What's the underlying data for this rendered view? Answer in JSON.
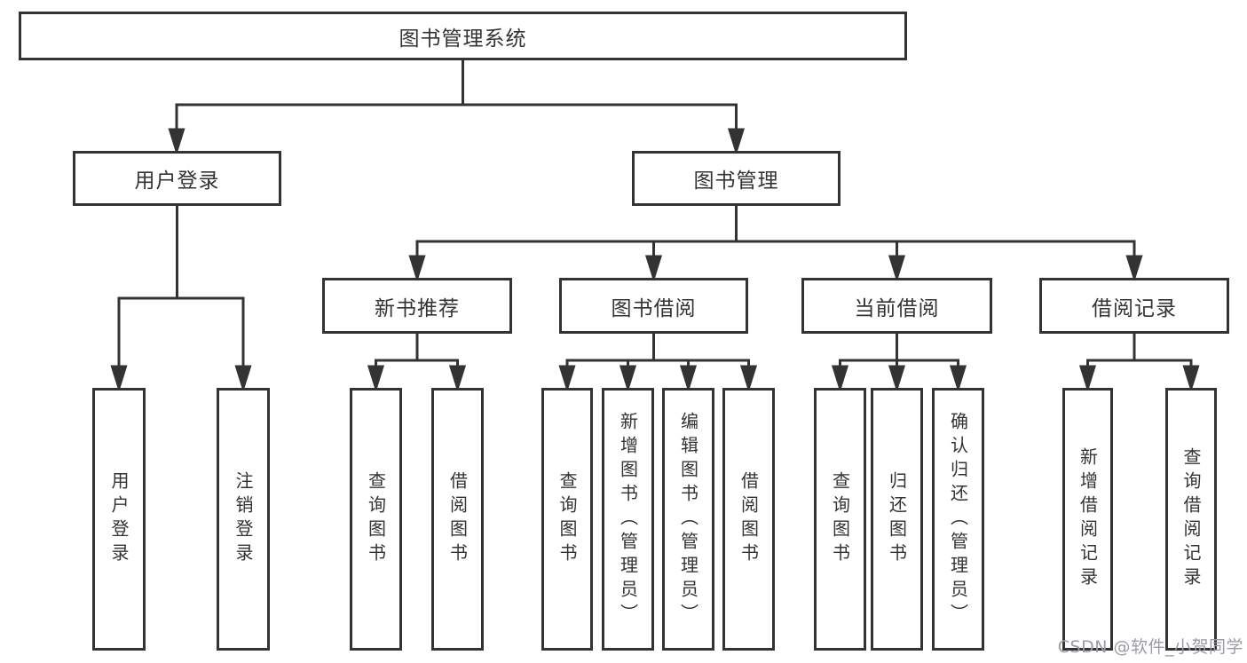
{
  "diagram": {
    "root": {
      "label": "图书管理系统",
      "children": [
        {
          "label": "用户登录",
          "children": [
            {
              "label": "用户登录"
            },
            {
              "label": "注销登录"
            }
          ]
        },
        {
          "label": "图书管理",
          "children": [
            {
              "label": "新书推荐",
              "children": [
                {
                  "label": "查询图书"
                },
                {
                  "label": "借阅图书"
                }
              ]
            },
            {
              "label": "图书借阅",
              "children": [
                {
                  "label": "查询图书"
                },
                {
                  "label": "新增图书（管理员）"
                },
                {
                  "label": "编辑图书（管理员）"
                },
                {
                  "label": "借阅图书"
                }
              ]
            },
            {
              "label": "当前借阅",
              "children": [
                {
                  "label": "查询图书"
                },
                {
                  "label": "归还图书"
                },
                {
                  "label": "确认归还（管理员）"
                }
              ]
            },
            {
              "label": "借阅记录",
              "children": [
                {
                  "label": "新增借阅记录"
                },
                {
                  "label": "查询借阅记录"
                }
              ]
            }
          ]
        }
      ]
    },
    "line_color": "#333333",
    "watermark": "CSDN @软件_小贺同学"
  }
}
